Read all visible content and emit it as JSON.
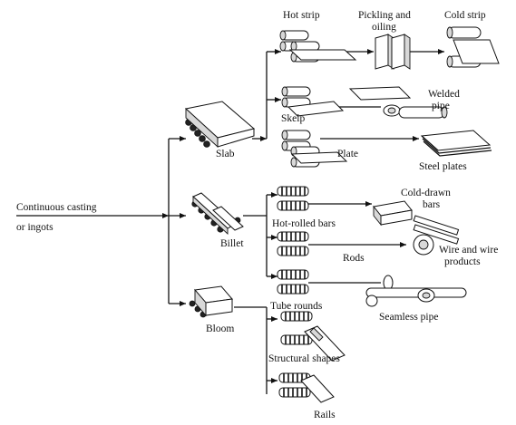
{
  "labels": {
    "input": [
      "Continuous casting",
      "or ingots"
    ],
    "slab": "Slab",
    "billet": "Billet",
    "bloom": "Bloom",
    "hot_strip": "Hot strip",
    "pickling": [
      "Pickling and",
      "oiling"
    ],
    "cold_strip": "Cold strip",
    "skelp": "Skelp",
    "welded_pipe": [
      "Welded",
      "pipe"
    ],
    "plate": "Plate",
    "steel_plates": "Steel plates",
    "cold_drawn_bars": [
      "Cold-drawn",
      "bars"
    ],
    "hot_rolled_bars": "Hot-rolled bars",
    "rods": "Rods",
    "wire_products": [
      "Wire and wire",
      "products"
    ],
    "tube_rounds": "Tube rounds",
    "seamless_pipe": "Seamless pipe",
    "structural_shapes": "Structural shapes",
    "rails": "Rails"
  }
}
